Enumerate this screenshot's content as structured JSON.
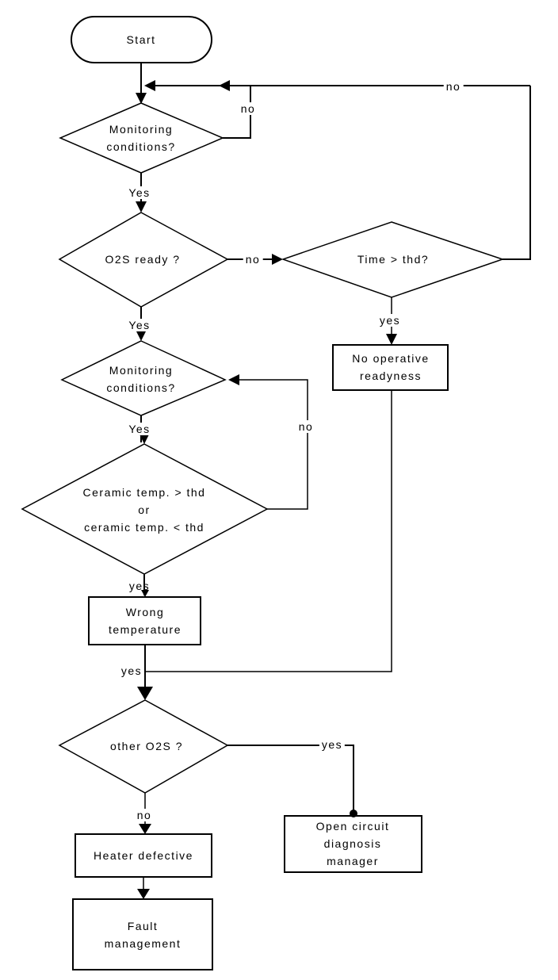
{
  "colors": {
    "ink": "#000000",
    "background": "#ffffff"
  },
  "nodes": {
    "start": {
      "text": "Start"
    },
    "monitoring1": {
      "text": "Monitoring\nconditions?"
    },
    "o2s_ready": {
      "text": "O2S ready ?"
    },
    "time_thd": {
      "text": "Time > thd?"
    },
    "no_operative": {
      "text": "No operative\nreadyness"
    },
    "monitoring2": {
      "text": "Monitoring\nconditions?"
    },
    "ceramic_temp": {
      "text": "Ceramic temp. > thd\nor\nceramic temp. < thd"
    },
    "wrong_temperature": {
      "text": "Wrong\ntemperature"
    },
    "other_o2s": {
      "text": "other O2S ?"
    },
    "open_circuit": {
      "text": "Open circuit\ndiagnosis\nmanager"
    },
    "heater_defective": {
      "text": "Heater defective"
    },
    "fault_management": {
      "text": "Fault\nmanagement"
    }
  },
  "edge_labels": {
    "outer_no": "no",
    "loop1_no": "no",
    "d1_yes": "Yes",
    "d2_yes": "Yes",
    "d2_no": "no",
    "d3_yes": "yes",
    "d4_yes": "Yes",
    "d4_no": "no",
    "d5_yes": "yes",
    "junction_yes": "yes",
    "d6_yes": "yes",
    "d6_no": "no"
  }
}
